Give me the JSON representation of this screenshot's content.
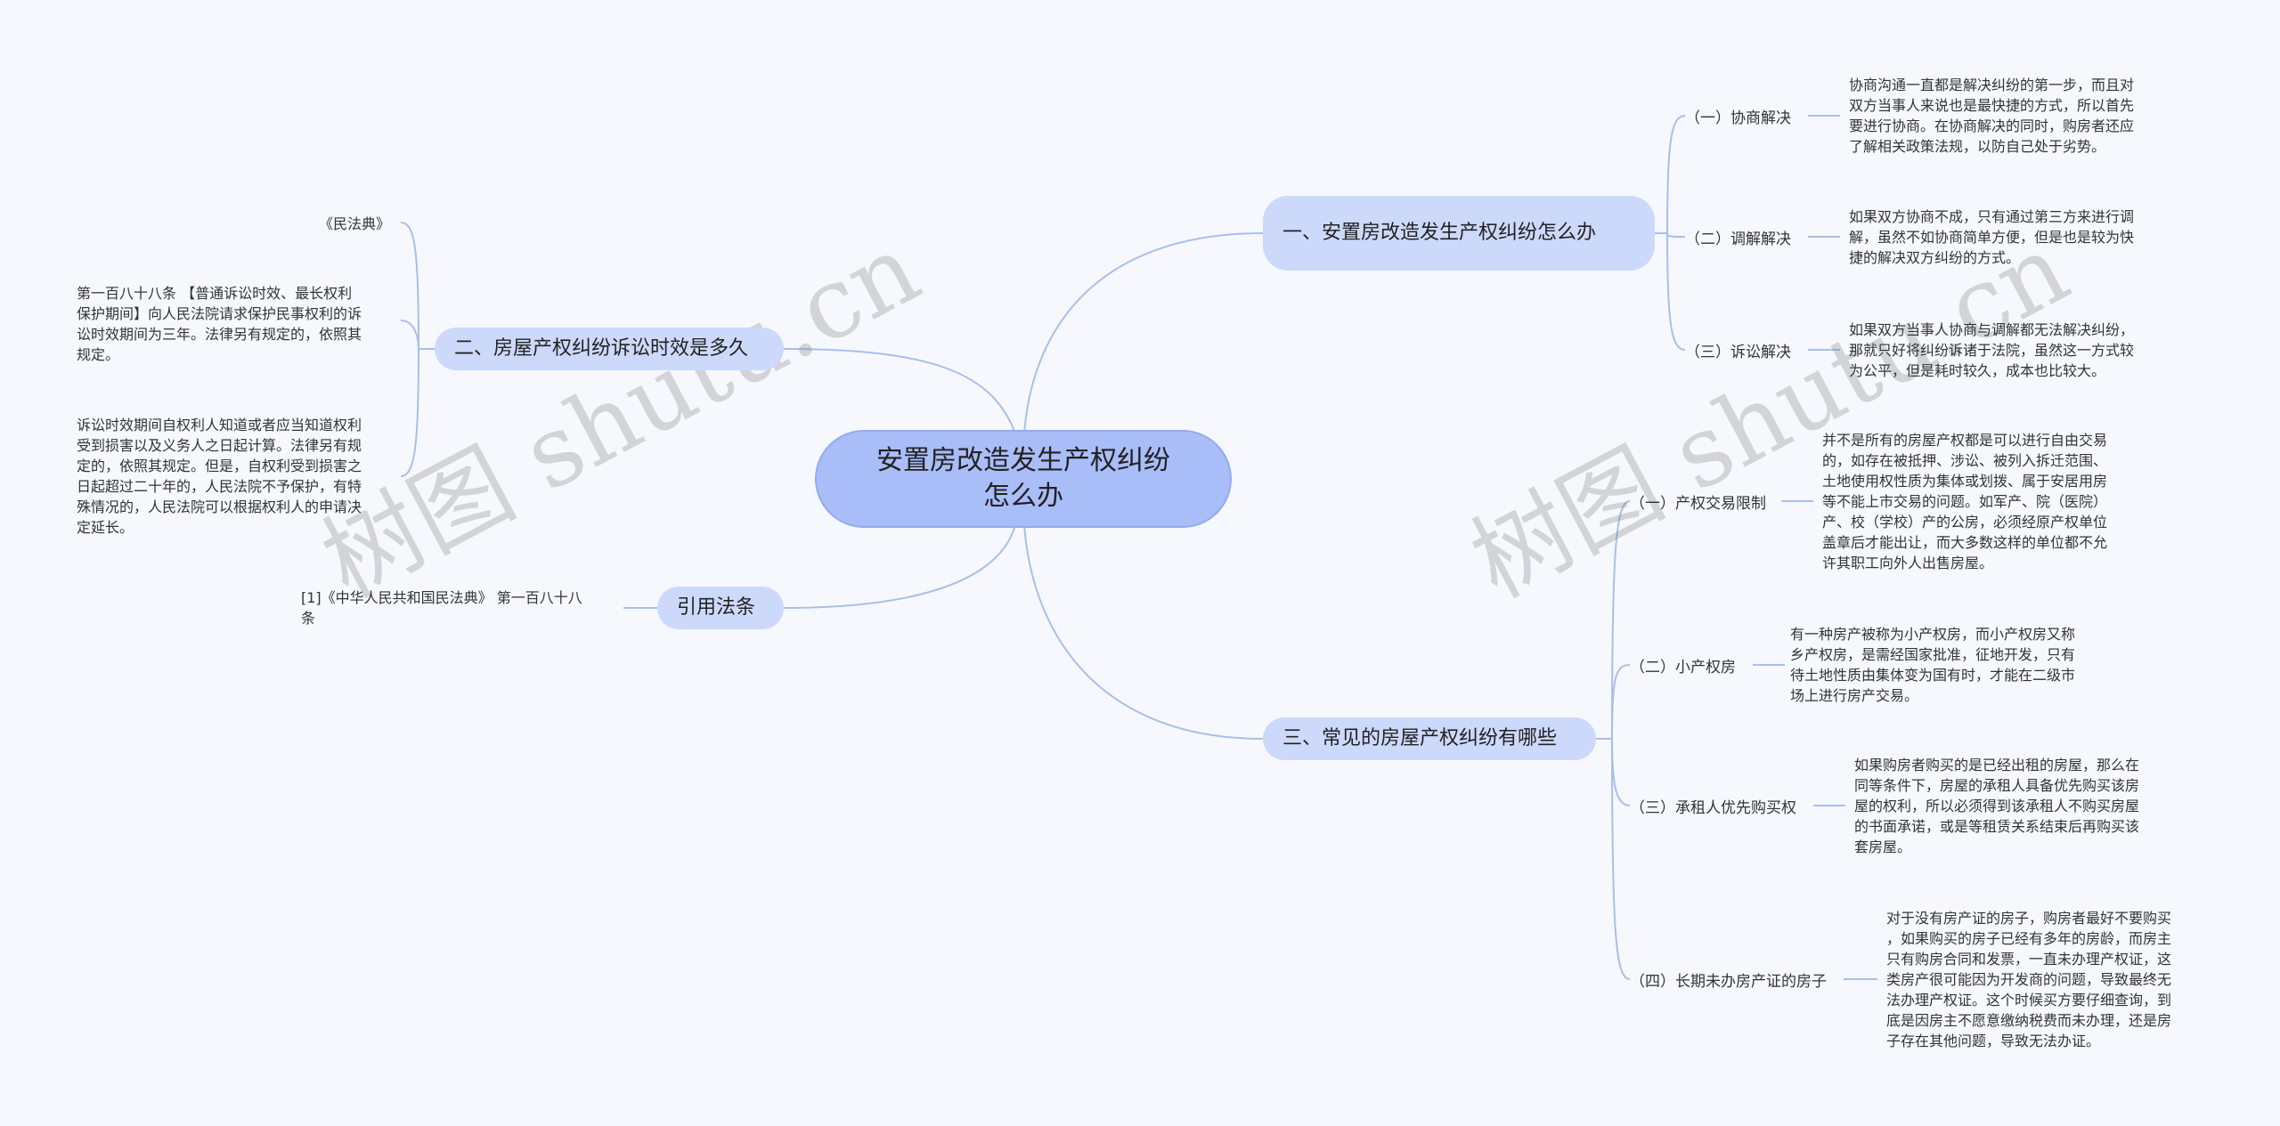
{
  "root": {
    "title": "安置房改造发生产权纠纷怎么办"
  },
  "branches": {
    "b1": {
      "label": "一、安置房改造发生产权纠纷怎么办",
      "children": [
        {
          "label": "（一）协商解决",
          "text": "协商沟通一直都是解决纠纷的第一步，而且对\n双方当事人来说也是最快捷的方式，所以首先\n要进行协商。在协商解决的同时，购房者还应\n了解相关政策法规，以防自己处于劣势。"
        },
        {
          "label": "（二）调解解决",
          "text": "如果双方协商不成，只有通过第三方来进行调\n解，虽然不如协商简单方便，但是也是较为快\n捷的解决双方纠纷的方式。"
        },
        {
          "label": "（三）诉讼解决",
          "text": "如果双方当事人协商与调解都无法解决纠纷，\n那就只好将纠纷诉诸于法院，虽然这一方式较\n为公平，但是耗时较久，成本也比较大。"
        }
      ]
    },
    "b2": {
      "label": "二、房屋产权纠纷诉讼时效是多久",
      "children": [
        {
          "text": "《民法典》"
        },
        {
          "text": "第一百八十八条 【普通诉讼时效、最长权利\n保护期间】向人民法院请求保护民事权利的诉\n讼时效期间为三年。法律另有规定的，依照其\n规定。"
        },
        {
          "text": "诉讼时效期间自权利人知道或者应当知道权利\n受到损害以及义务人之日起计算。法律另有规\n定的，依照其规定。但是，自权利受到损害之\n日起超过二十年的，人民法院不予保护，有特\n殊情况的，人民法院可以根据权利人的申请决\n定延长。"
        }
      ]
    },
    "b3": {
      "label": "三、常见的房屋产权纠纷有哪些",
      "children": [
        {
          "label": "（一）产权交易限制",
          "text": "并不是所有的房屋产权都是可以进行自由交易\n的，如存在被抵押、涉讼、被列入拆迁范围、\n土地使用权性质为集体或划拨、属于安居用房\n等不能上市交易的问题。如军产、院（医院）\n产、校（学校）产的公房，必须经原产权单位\n盖章后才能出让，而大多数这样的单位都不允\n许其职工向外人出售房屋。"
        },
        {
          "label": "（二）小产权房",
          "text": "有一种房产被称为小产权房，而小产权房又称\n乡产权房，是需经国家批准，征地开发，只有\n待土地性质由集体变为国有时，才能在二级市\n场上进行房产交易。"
        },
        {
          "label": "（三）承租人优先购买权",
          "text": "如果购房者购买的是已经出租的房屋，那么在\n同等条件下，房屋的承租人具备优先购买该房\n屋的权利，所以必须得到该承租人不购买房屋\n的书面承诺，或是等租赁关系结束后再购买该\n套房屋。"
        },
        {
          "label": "（四）长期未办房产证的房子",
          "text": "对于没有房产证的房子，购房者最好不要购买\n，如果购买的房子已经有多年的房龄，而房主\n只有购房合同和发票，一直未办理产权证，这\n类房产很可能因为开发商的问题，导致最终无\n法办理产权证。这个时候买方要仔细查询，到\n底是因房主不愿意缴纳税费而未办理，还是房\n子存在其他问题，导致无法办证。"
        }
      ]
    },
    "b4": {
      "label": "引用法条",
      "children": [
        {
          "text": "[1]《中华人民共和国民法典》 第一百八十八\n条"
        }
      ]
    }
  },
  "watermarks": [
    "树图 shutu.cn",
    "树图 shutu.cn"
  ],
  "colors": {
    "background": "#f6f8fe",
    "root": "#a9bdf8",
    "branch": "#cdd9fb",
    "line": "#a9bfe8"
  }
}
